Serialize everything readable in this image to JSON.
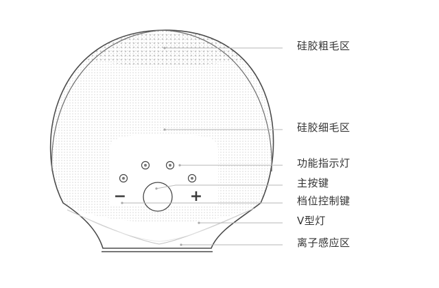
{
  "callouts": [
    {
      "id": "coarse-bristle-zone",
      "label": "硅胶粗毛区"
    },
    {
      "id": "fine-bristle-zone",
      "label": "硅胶细毛区"
    },
    {
      "id": "function-indicator",
      "label": "功能指示灯"
    },
    {
      "id": "main-button",
      "label": "主按键"
    },
    {
      "id": "gear-control-keys",
      "label": "档位控制键"
    },
    {
      "id": "v-light",
      "label": "V型灯"
    },
    {
      "id": "ion-sensing-zone",
      "label": "离子感应区"
    }
  ],
  "controls": {
    "minus_symbol": "−",
    "plus_symbol": "+"
  },
  "colors": {
    "outline": "#4a4a4a",
    "bristle_dot": "#cfcfcf",
    "leader_line": "#b5b5b5",
    "label_text": "#333333"
  }
}
